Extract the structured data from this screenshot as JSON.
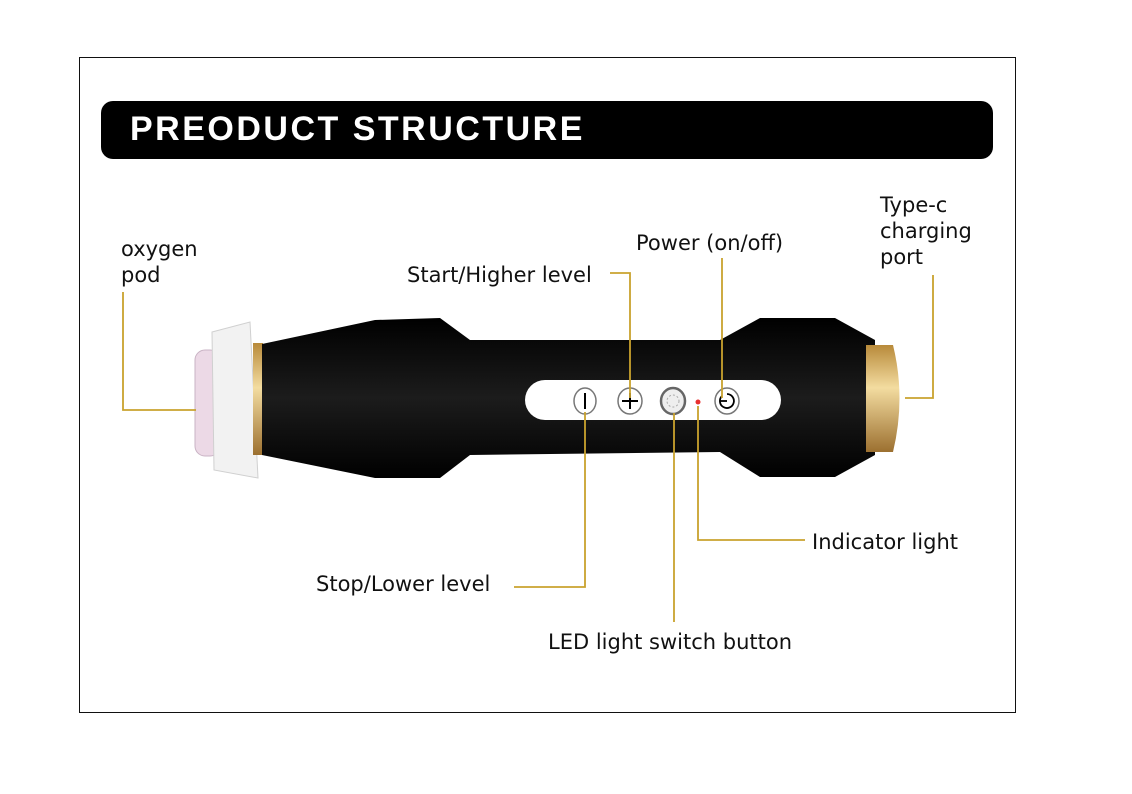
{
  "title": "PREODUCT STRUCTURE",
  "labels": {
    "oxygen_pod": [
      "oxygen",
      "pod"
    ],
    "start_higher": "Start/Higher level",
    "power": "Power (on/off)",
    "type_c": [
      "Type-c",
      "charging",
      "port"
    ],
    "indicator": "Indicator light",
    "stop_lower": "Stop/Lower level",
    "led_switch": "LED light switch button"
  },
  "colors": {
    "leader": "#c9a22e",
    "gold": "#d9b46a",
    "body": "#0b0b0b",
    "indicator": "#e83030"
  }
}
